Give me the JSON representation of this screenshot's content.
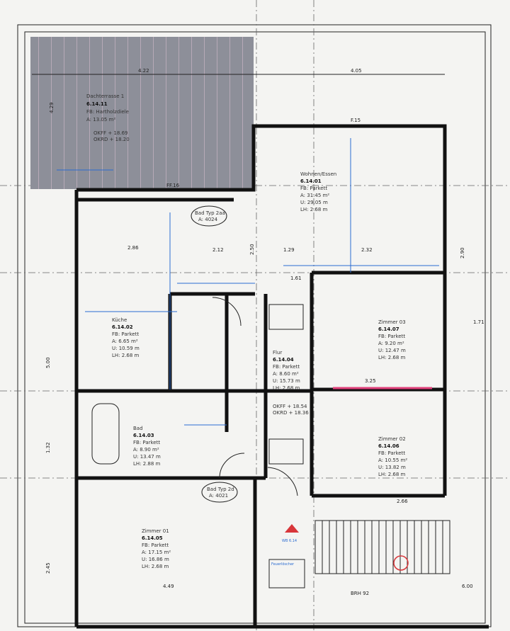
{
  "plan": {
    "rooms": [
      {
        "name": "Dachterrasse 1",
        "id": "6.14.11",
        "fb": "FB: Hartholzdiele",
        "a": "A:      13.05 m²",
        "u": "",
        "lh": "",
        "okff": "OKFF + 18.69",
        "okrd": "OKRD + 18.20"
      },
      {
        "name": "Wohnen/Essen",
        "id": "6.14.01",
        "fb": "FB:      Parkett",
        "a": "A:     31.45 m²",
        "u": "U:     29.05 m",
        "lh": "LH:     2.68 m"
      },
      {
        "name": "Küche",
        "id": "6.14.02",
        "fb": "FB: Parkett",
        "a": "A:  6.65 m²",
        "u": "U: 10.59 m",
        "lh": "LH: 2.68 m"
      },
      {
        "name": "Zimmer 03",
        "id": "6.14.07",
        "fb": "FB: Parkett",
        "a": "A: 9.20 m²",
        "u": "U: 12.47 m",
        "lh": "LH: 2.68 m"
      },
      {
        "name": "Flur",
        "id": "6.14.04",
        "fb": "FB: Parkett",
        "a": "A: 8.60 m²",
        "u": "U: 15.73 m",
        "lh": "LH: 2.68 m"
      },
      {
        "name": "Zimmer 02",
        "id": "6.14.06",
        "fb": "FB: Parkett",
        "a": "A: 10.55 m²",
        "u": "U: 13.82 m",
        "lh": "LH: 2.68 m"
      },
      {
        "name": "Bad",
        "id": "6.14.03",
        "fb": "FB: Parkett",
        "a": "A: 8.90 m²",
        "u": "U: 13.47 m",
        "lh": "LH: 2.88 m"
      },
      {
        "name": "Zimmer 01",
        "id": "6.14.05",
        "fb": "FB: Parkett",
        "a": "A: 17.15 m²",
        "u": "U: 16.86 m",
        "lh": "LH: 2.68 m"
      }
    ],
    "flur_level": {
      "okff": "OKFF + 18.54",
      "okrd": "OKRD + 18.36"
    },
    "bad_typ": {
      "label": "Bad Typ 2aa",
      "a": "A: 4024"
    },
    "bad_typ2": {
      "label": "Bad Typ 2d",
      "a": "A: 4021"
    },
    "dimensions": [
      "4.22",
      "4.05",
      "2.86",
      "2.12",
      "1.29",
      "2.32",
      "5.00",
      "3.25",
      "2.66",
      "4.49",
      "1.71",
      "2.90",
      "4.29",
      "2.50",
      "1.61",
      "F.15",
      "FF.16",
      "2.45",
      "1.32",
      "6.00"
    ],
    "markers": [
      "WB 6.14",
      "BRH 92",
      "Feuerlöscher"
    ],
    "accent_color": "#2a6bd1",
    "wall_color": "#111111"
  }
}
